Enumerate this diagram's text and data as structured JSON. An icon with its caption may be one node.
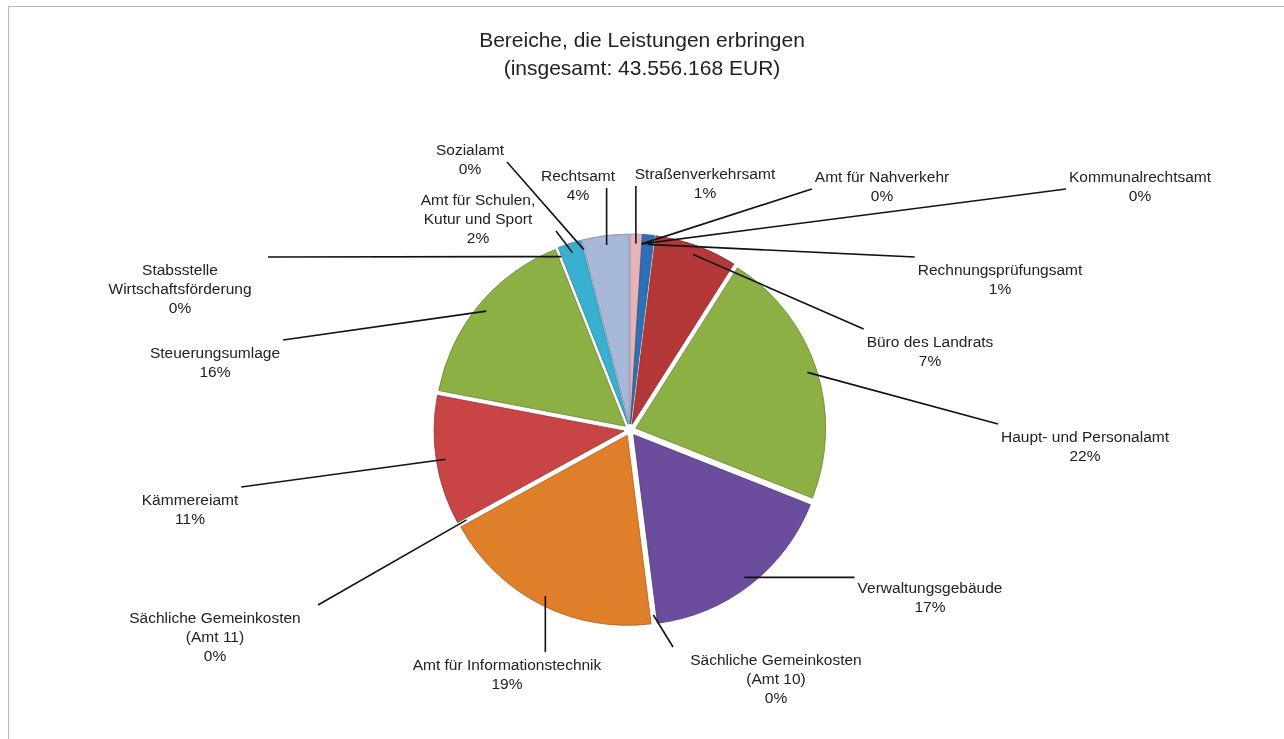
{
  "diagram": {
    "chart_data": {
      "type": "pie",
      "title": "Bereiche, die Leistungen erbringen (insgesamt: 43.556.168 EUR)",
      "categories": [
        "Straßenverkehrsamt",
        "Amt für Nahverkehr",
        "Kommunalrechtsamt",
        "Rechnungsprüfungsamt",
        "Büro des Landrats",
        "Haupt- und Personalamt",
        "Verwaltungsgebäude",
        "Sächliche Gemeinkosten (Amt 10)",
        "Amt für Informationstechnik",
        "Sächliche Gemeinkosten (Amt 11)",
        "Kämmereiamt",
        "Steuerungsumlage",
        "Stabsstelle Wirtschaftsförderung",
        "Amt für Schulen, Kutur und Sport",
        "Sozialamt",
        "Rechtsamt"
      ],
      "values": [
        1,
        0,
        0,
        1,
        7,
        22,
        17,
        0,
        19,
        0,
        11,
        16,
        0,
        2,
        0,
        4
      ],
      "value_labels": [
        "1%",
        "0%",
        "0%",
        "1%",
        "7%",
        "22%",
        "17%",
        "0%",
        "19%",
        "0%",
        "11%",
        "16%",
        "0%",
        "2%",
        "0%",
        "4%"
      ]
    }
  }
}
